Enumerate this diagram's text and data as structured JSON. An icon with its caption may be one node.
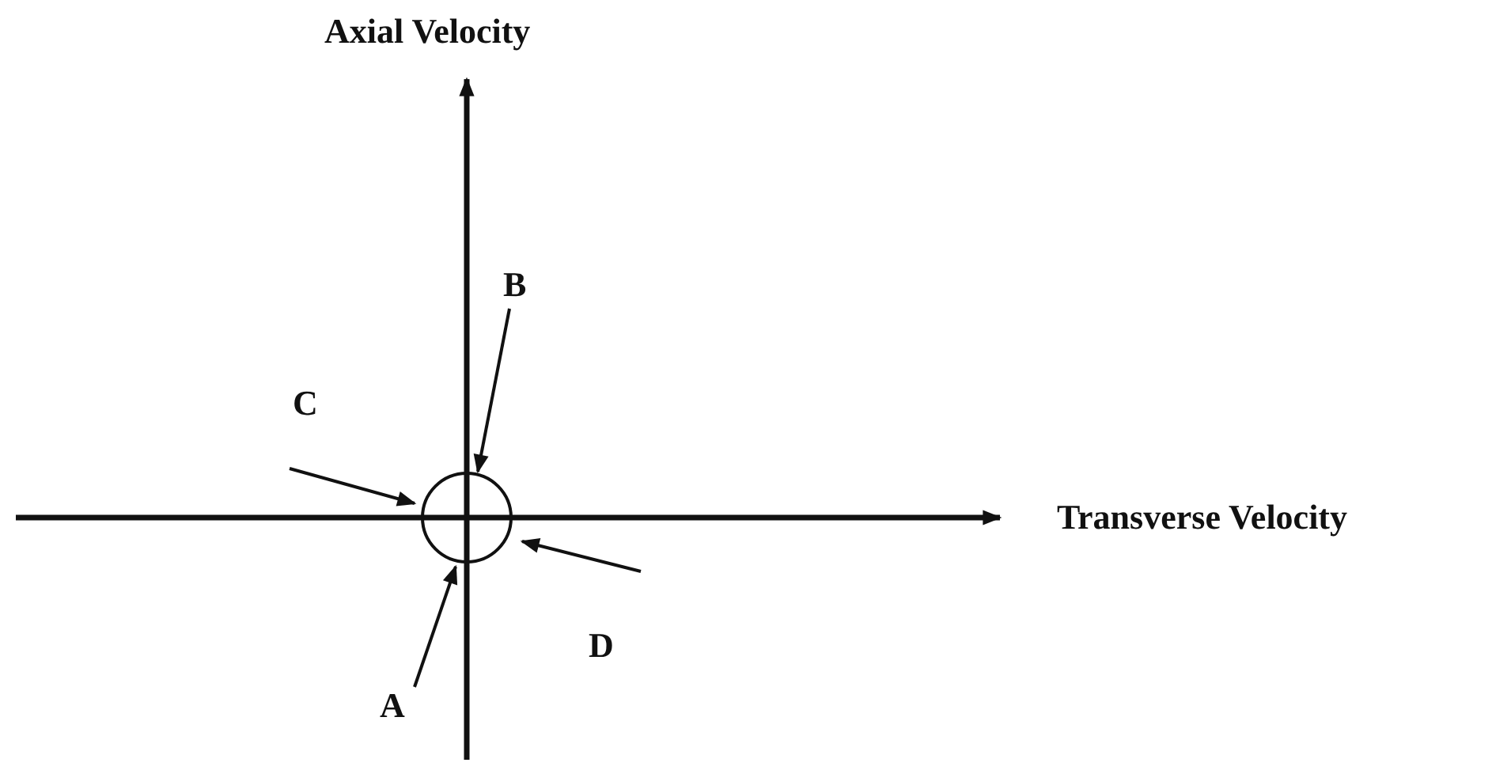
{
  "diagram": {
    "nodes": [
      {
        "text": [],
        "shape": "circle"
      },
      {
        "text": [
          "B"
        ]
      },
      {
        "text": [
          "C"
        ]
      },
      {
        "text": [
          "D"
        ]
      },
      {
        "text": [
          "A"
        ]
      }
    ],
    "edges": [
      {
        "from": 1,
        "to": 0,
        "arrow": "to"
      },
      {
        "from": 2,
        "to": 0,
        "arrow": "to"
      },
      {
        "from": 3,
        "to": 0,
        "arrow": "to"
      },
      {
        "from": 4,
        "to": 0,
        "arrow": "to"
      }
    ],
    "labels": [
      "Axial Velocity",
      "Transverse Velocity"
    ]
  }
}
